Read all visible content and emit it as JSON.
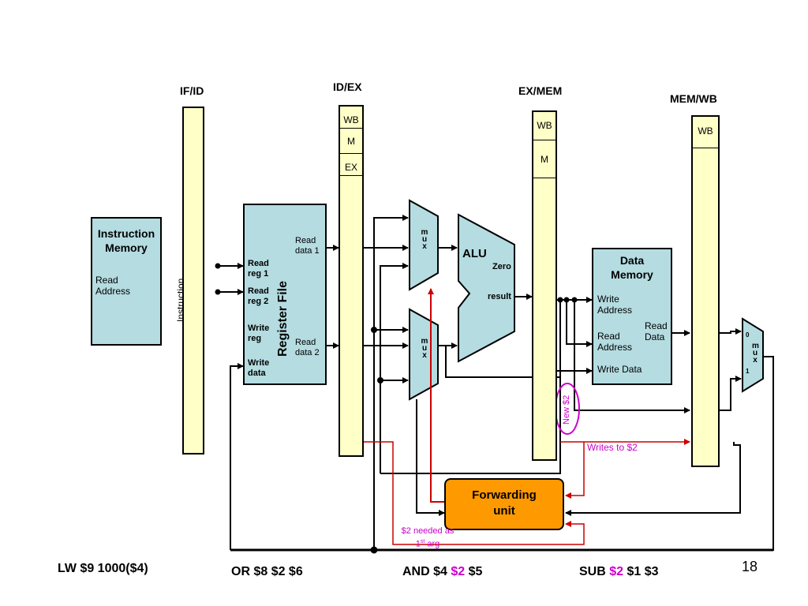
{
  "pipeline_registers": {
    "if_id": "IF/ID",
    "id_ex": "ID/EX",
    "ex_mem": "EX/MEM",
    "mem_wb": "MEM/WB"
  },
  "id_ex_fields": [
    "WB",
    "M",
    "EX"
  ],
  "ex_mem_fields": [
    "WB",
    "M"
  ],
  "mem_wb_fields": [
    "WB"
  ],
  "instruction_memory": {
    "title_line1": "Instruction",
    "title_line2": "Memory",
    "read_line1": "Read",
    "read_line2": "Address"
  },
  "instruction_label": "Instruction",
  "register_file": {
    "title": "Register File",
    "read_reg1": [
      "Read",
      "reg 1"
    ],
    "read_reg2": [
      "Read",
      "reg 2"
    ],
    "write_reg": [
      "Write",
      "reg"
    ],
    "write_data": [
      "Write",
      "data"
    ],
    "read_data1": [
      "Read",
      "data 1"
    ],
    "read_data2": [
      "Read",
      "data 2"
    ]
  },
  "mux_label": "m u x",
  "alu": {
    "title": "ALU",
    "zero": "Zero",
    "result": "result"
  },
  "data_memory": {
    "title_line1": "Data",
    "title_line2": "Memory",
    "write_address": [
      "Write",
      "Address"
    ],
    "read_address": [
      "Read",
      "Address"
    ],
    "write_data": "Write Data",
    "read_data": [
      "Read",
      "Data"
    ]
  },
  "wb_mux": {
    "zero": "0",
    "one": "1"
  },
  "forwarding_unit": {
    "line1": "Forwarding",
    "line2": "unit"
  },
  "annotations": {
    "new_reg": "New $2",
    "writes_to": "Writes to $2",
    "needed_line1": "$2 needed as",
    "needed_line2_pre": "1",
    "needed_sup": "st",
    "needed_line2_post": " arg"
  },
  "instructions": {
    "lw": "LW $9 1000($4)",
    "or": "OR $8 $2 $6",
    "and_pre": "AND $4 ",
    "and_hl": "$2",
    "and_post": " $5",
    "sub_pre": "SUB ",
    "sub_hl": "$2",
    "sub_post": " $1 $3"
  },
  "page_number": "18",
  "colors": {
    "pipeline_register": "#ffffc8",
    "hardware_block": "#b4dce1",
    "forwarding_unit": "#ff9900",
    "highlight": "#cc00cc",
    "forward_path": "#cc0000"
  }
}
